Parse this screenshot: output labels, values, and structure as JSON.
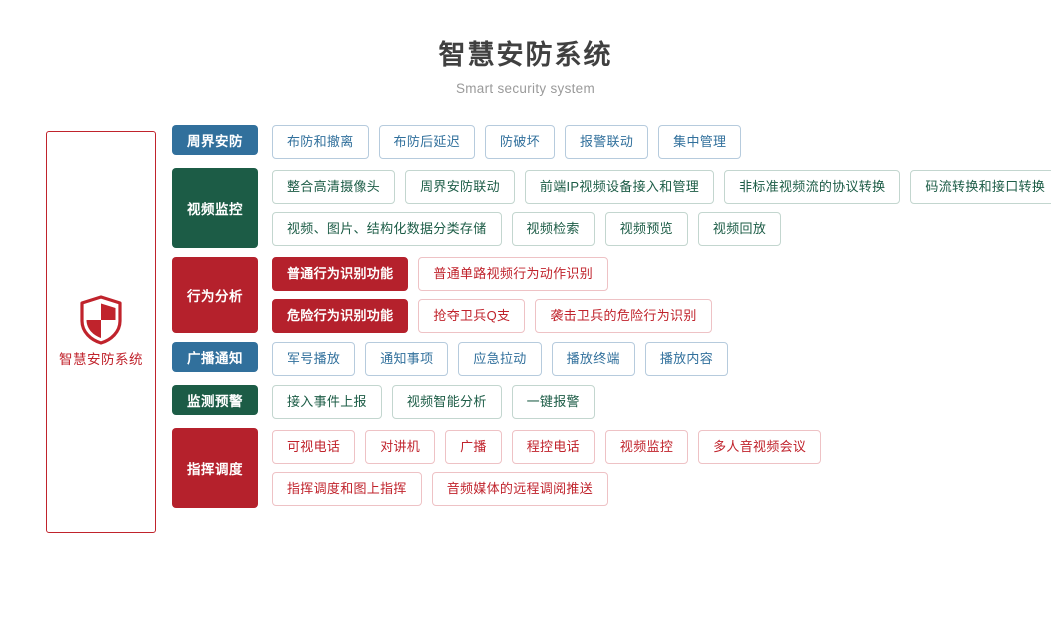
{
  "header": {
    "title": "智慧安防系统",
    "subtitle": "Smart security system"
  },
  "root": {
    "label": "智慧安防系统",
    "icon": "shield-icon",
    "border_color": "#c0232c",
    "text_color": "#c0232c"
  },
  "colors": {
    "blue": "#31709c",
    "green": "#1c5c46",
    "red": "#b5212c",
    "title": "#404040",
    "subtitle": "#9a9a9a"
  },
  "categories": [
    {
      "label": "周界安防",
      "color": "blue",
      "lines": [
        {
          "items": [
            {
              "label": "布防和撤离",
              "style": "outline"
            },
            {
              "label": "布防后延迟",
              "style": "outline"
            },
            {
              "label": "防破坏",
              "style": "outline"
            },
            {
              "label": "报警联动",
              "style": "outline"
            },
            {
              "label": "集中管理",
              "style": "outline"
            }
          ]
        }
      ]
    },
    {
      "label": "视频监控",
      "color": "green",
      "lines": [
        {
          "items": [
            {
              "label": "整合高清摄像头",
              "style": "outline"
            },
            {
              "label": "周界安防联动",
              "style": "outline"
            },
            {
              "label": "前端IP视频设备接入和管理",
              "style": "outline"
            },
            {
              "label": "非标准视频流的协议转换",
              "style": "outline"
            },
            {
              "label": "码流转换和接口转换",
              "style": "outline"
            }
          ]
        },
        {
          "items": [
            {
              "label": "视频、图片、结构化数据分类存储",
              "style": "outline"
            },
            {
              "label": "视频检索",
              "style": "outline"
            },
            {
              "label": "视频预览",
              "style": "outline"
            },
            {
              "label": "视频回放",
              "style": "outline"
            }
          ]
        }
      ]
    },
    {
      "label": "行为分析",
      "color": "red",
      "lines": [
        {
          "items": [
            {
              "label": "普通行为识别功能",
              "style": "solid"
            },
            {
              "label": "普通单路视频行为动作识别",
              "style": "outline"
            }
          ]
        },
        {
          "items": [
            {
              "label": "危险行为识别功能",
              "style": "solid"
            },
            {
              "label": "抢夺卫兵Q支",
              "style": "outline"
            },
            {
              "label": "袭击卫兵的危险行为识别",
              "style": "outline"
            }
          ]
        }
      ]
    },
    {
      "label": "广播通知",
      "color": "blue",
      "lines": [
        {
          "items": [
            {
              "label": "军号播放",
              "style": "outline"
            },
            {
              "label": "通知事项",
              "style": "outline"
            },
            {
              "label": "应急拉动",
              "style": "outline"
            },
            {
              "label": "播放终端",
              "style": "outline"
            },
            {
              "label": "播放内容",
              "style": "outline"
            }
          ]
        }
      ]
    },
    {
      "label": "监测预警",
      "color": "green",
      "lines": [
        {
          "items": [
            {
              "label": "接入事件上报",
              "style": "outline"
            },
            {
              "label": "视频智能分析",
              "style": "outline"
            },
            {
              "label": "一键报警",
              "style": "outline"
            }
          ]
        }
      ]
    },
    {
      "label": "指挥调度",
      "color": "red",
      "lines": [
        {
          "items": [
            {
              "label": "可视电话",
              "style": "outline"
            },
            {
              "label": "对讲机",
              "style": "outline"
            },
            {
              "label": "广播",
              "style": "outline"
            },
            {
              "label": "程控电话",
              "style": "outline"
            },
            {
              "label": "视频监控",
              "style": "outline"
            },
            {
              "label": "多人音视频会议",
              "style": "outline"
            }
          ]
        },
        {
          "items": [
            {
              "label": "指挥调度和图上指挥",
              "style": "outline"
            },
            {
              "label": "音频媒体的远程调阅推送",
              "style": "outline"
            }
          ]
        }
      ]
    }
  ]
}
